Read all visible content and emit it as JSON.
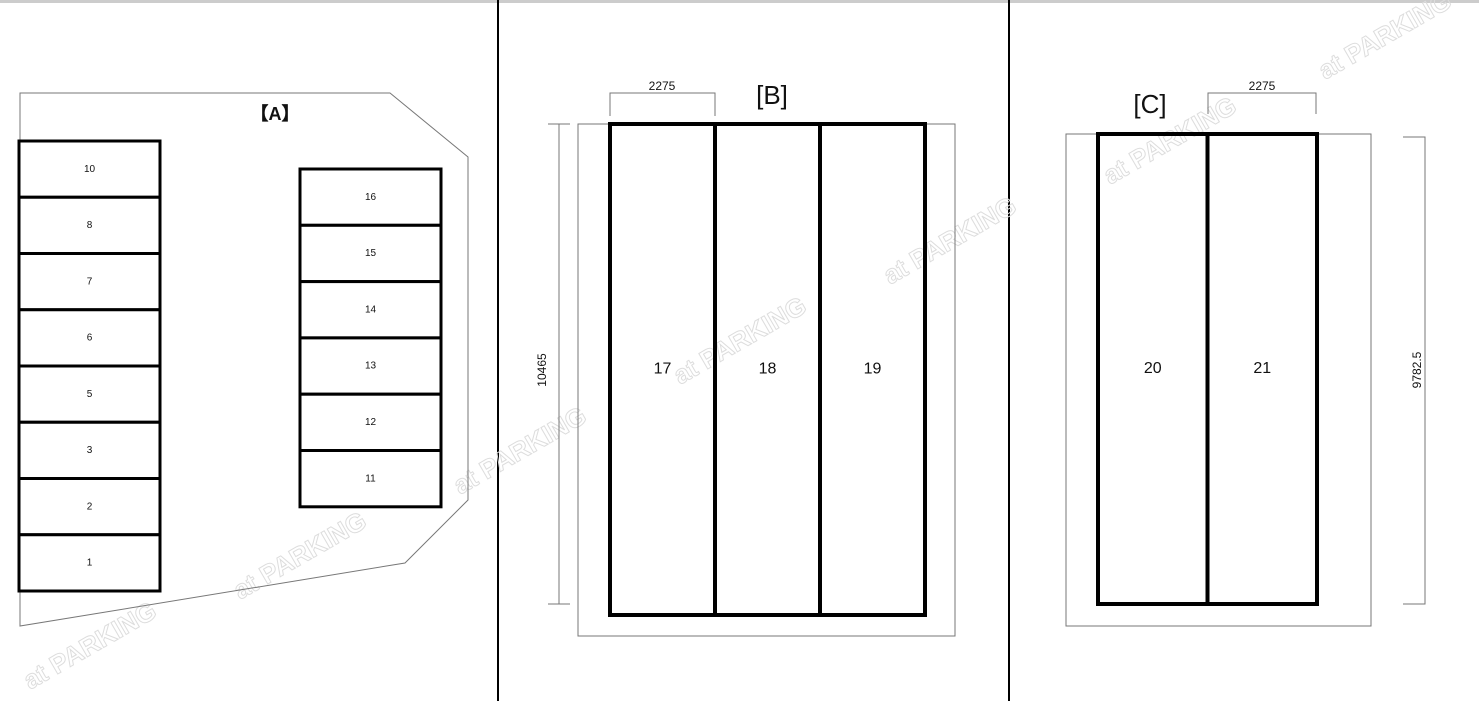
{
  "watermark": "at PARKING",
  "panels": {
    "a": {
      "title": "【A】",
      "left_spots": [
        "10",
        "8",
        "7",
        "6",
        "5",
        "3",
        "2",
        "1"
      ],
      "right_spots": [
        "16",
        "15",
        "14",
        "13",
        "12",
        "11"
      ]
    },
    "b": {
      "title": "[B]",
      "spots": [
        "17",
        "18",
        "19"
      ],
      "width_dim": "2275",
      "length_dim": "10465"
    },
    "c": {
      "title": "[C]",
      "spots": [
        "20",
        "21"
      ],
      "width_dim": "2275",
      "length_dim": "9782.5"
    }
  }
}
